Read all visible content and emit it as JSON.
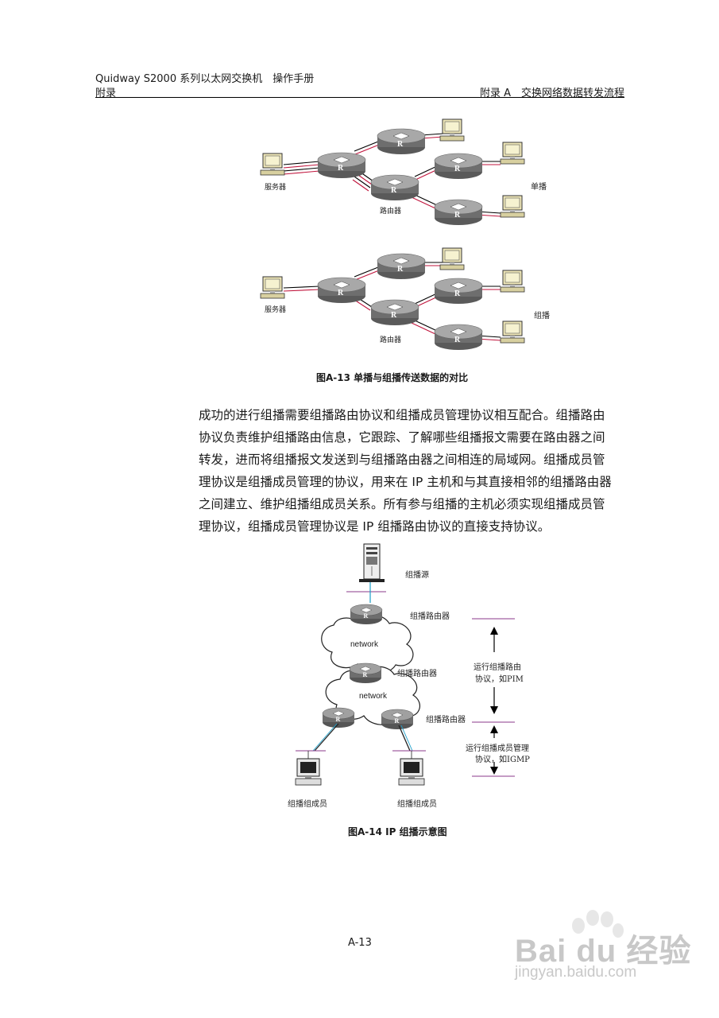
{
  "header": {
    "title": "Quidway S2000 系列以太网交换机　操作手册",
    "section_left": "附录",
    "section_right": "附录 A　交换网络数据转发流程"
  },
  "figure13": {
    "unicast_label": "单播",
    "multicast_label": "组播",
    "server_label": "服务器",
    "router_label": "路由器",
    "router_glyph": "R",
    "caption": "图A-13  单播与组播传送数据的对比"
  },
  "body": {
    "lines": [
      "成功的进行组播需要组播路由协议和组播成员管理协议相互配合。组播路由",
      "协议负责维护组播路由信息，它跟踪、了解哪些组播报文需要在路由器之间",
      "转发，进而将组播报文发送到与组播路由器之间相连的局域网。组播成员管",
      "理协议是组播成员管理的协议，用来在 IP 主机和与其直接相邻的组播路由器",
      "之间建立、维护组播组成员关系。所有参与组播的主机必须实现组播成员管",
      "理协议，组播成员管理协议是 IP 组播路由协议的直接支持协议。"
    ]
  },
  "figure14": {
    "source_label": "组播源",
    "router_label_1": "组播路由器",
    "router_label_2": "组播路由器",
    "router_label_3": "组播路由器",
    "network_label_1": "network",
    "network_label_2": "network",
    "pim_line1": "运行组播路由",
    "pim_line2": "协议，如PIM",
    "igmp_line1": "运行组播成员管理",
    "igmp_line2": "协议，如IGMP",
    "member_label_1": "组播组成员",
    "member_label_2": "组播组成员",
    "caption": "图A-14  IP 组播示意图"
  },
  "footer": {
    "page_number": "A-13"
  },
  "watermark": {
    "brand": "Bai du 经验",
    "url": "jingyan.baidu.com"
  },
  "colors": {
    "unicast_link": "#c0143c",
    "router_body": "#8a8a8a",
    "accent_link": "#1a9ec9"
  }
}
